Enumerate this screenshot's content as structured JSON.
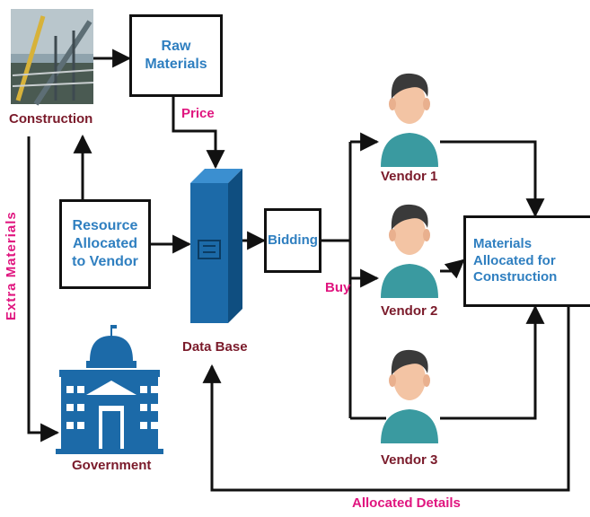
{
  "nodes": {
    "construction": "Construction",
    "raw_materials": "Raw Materials",
    "resource_allocated": "Resource Allocated to Vendor",
    "data_base": "Data Base",
    "bidding": "Bidding",
    "vendor1": "Vendor 1",
    "vendor2": "Vendor 2",
    "vendor3": "Vendor 3",
    "materials_allocated": "Materials Allocated for Construction",
    "government": "Government"
  },
  "edges": {
    "price": "Price",
    "buy": "Buy",
    "extra_materials": "Extra Materials",
    "allocated_details": "Allocated Details"
  },
  "icons": [
    "construction-photo",
    "server-icon",
    "person-icon",
    "government-building-icon"
  ],
  "colors": {
    "box_text": "#2f7fc0",
    "node_label": "#7a1a2a",
    "edge_label": "#e0157f",
    "icon_blue": "#1c6aa8",
    "skin": "#f3c4a4",
    "shirt": "#3a9aa0",
    "hair": "#3a3a3a"
  }
}
